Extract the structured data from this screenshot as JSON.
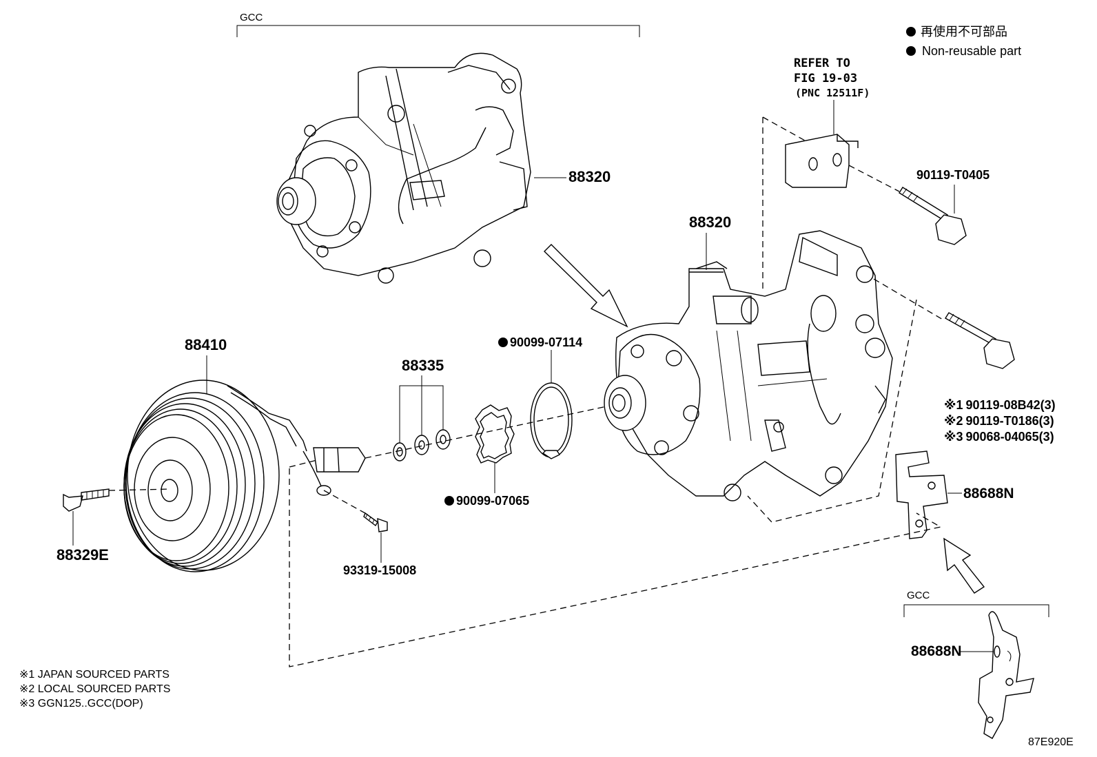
{
  "legend": {
    "line_jp": "再使用不可部品",
    "line_en": "Non-reusable part"
  },
  "groups": {
    "gcc_top": "GCC",
    "gcc_bottom": "GCC"
  },
  "refer": {
    "line1": "REFER TO",
    "line2": "FIG 19-03",
    "line3": "(PNC 12511F)"
  },
  "parts": {
    "compressor_gcc": "88320",
    "compressor_main": "88320",
    "bolt_t0405": "90119-T0405",
    "clutch_pulley": "88410",
    "shim_set": "88335",
    "snap_ring": "90099-07114",
    "washer_ring": "90099-07065",
    "pulley_bolt": "88329E",
    "screw": "93319-15008",
    "bracket": "88688N",
    "bracket_gcc": "88688N"
  },
  "bolt_variants": [
    {
      "mark": "※1",
      "part": "90119-08B42(3)"
    },
    {
      "mark": "※2",
      "part": "90119-T0186(3)"
    },
    {
      "mark": "※3",
      "part": "90068-04065(3)"
    }
  ],
  "notes": [
    "※1 JAPAN SOURCED PARTS",
    "※2 LOCAL SOURCED PARTS",
    "※3 GGN125..GCC(DOP)"
  ],
  "figure_id": "87E920E"
}
